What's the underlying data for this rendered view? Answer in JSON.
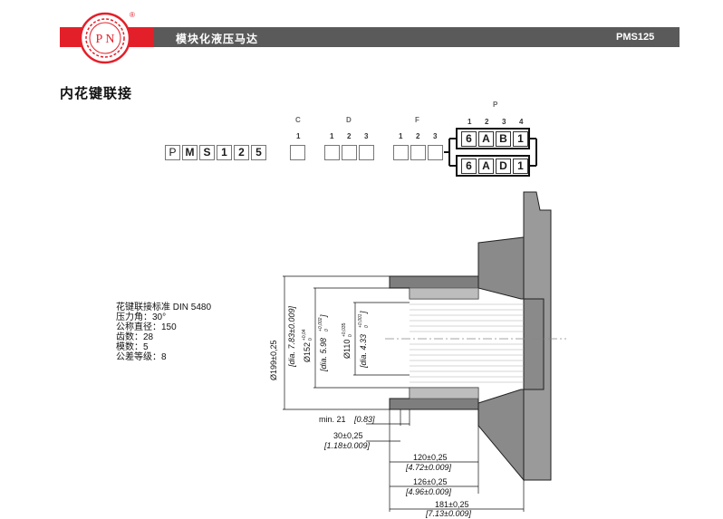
{
  "header": {
    "title": "模块化液压马达",
    "code": "PMS125",
    "logo_text": "P N",
    "logo_mark": "®"
  },
  "page_title": "内花键联接",
  "ordering_code": {
    "prefix": [
      "P",
      "M",
      "S",
      "1",
      "2",
      "5"
    ],
    "groups": [
      {
        "label": "C",
        "positions": [
          "1"
        ]
      },
      {
        "label": "D",
        "positions": [
          "1",
          "2",
          "3"
        ]
      },
      {
        "label": "F",
        "positions": [
          "1",
          "2",
          "3"
        ]
      },
      {
        "label": "P",
        "positions": [
          "1",
          "2",
          "3",
          "4"
        ]
      }
    ],
    "options": [
      [
        "6",
        "A",
        "B",
        "1"
      ],
      [
        "6",
        "A",
        "D",
        "1"
      ]
    ]
  },
  "spline_spec": [
    "花键联接标准 DIN 5480",
    "压力角：30°",
    "公称直径：150",
    "齿数：28",
    "模数：5",
    "公差等级：8"
  ],
  "dimensions": {
    "d199": "Ø199±0,25",
    "d199_in": "[dia. 7.83±0.009]",
    "d152": "Ø152",
    "d152_tol_up": "+0,04",
    "d152_tol_lo": "0",
    "d152_in": "[dia. 5.98",
    "d152_in_up": "+0,002",
    "d152_in_lo": "0",
    "d152_in_end": "]",
    "d110": "Ø110",
    "d110_tol_up": "+0,035",
    "d110_tol_lo": "0",
    "d110_in": "[dia. 4.33",
    "d110_in_up": "+0,001",
    "d110_in_lo": "0",
    "d110_in_end": "]",
    "min21": "min. 21",
    "min21_in": "[0.83]",
    "l30": "30±0,25",
    "l30_in": "[1.18±0.009]",
    "l120": "120±0,25",
    "l120_in": "[4.72±0.009]",
    "l126": "126±0,25",
    "l126_in": "[4.96±0.009]",
    "l181": "181±0,25",
    "l181_in": "[7.13±0.009]"
  },
  "colors": {
    "header_grey": "#5a5a5a",
    "header_red": "#e3202a",
    "part_fill": "#8a8a8a",
    "part_light": "#b8b8b8"
  }
}
